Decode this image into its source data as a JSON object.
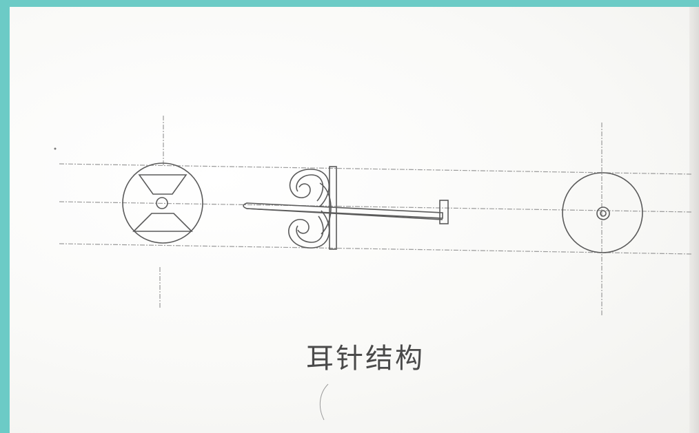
{
  "caption": "耳针结构",
  "colors": {
    "background_border": "#6ccbc6",
    "paper": "#fbfbf9",
    "pencil_line": "#8e8e8e",
    "ink": "#5a5a5a"
  },
  "figure": {
    "parts": [
      "front-view-cap",
      "side-view-earring-pin",
      "back-view-disc"
    ]
  }
}
